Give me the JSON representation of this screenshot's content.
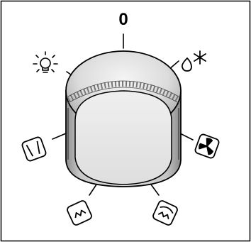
{
  "knob": {
    "top_setting": "0",
    "settings": [
      {
        "name": "off",
        "label": "0"
      },
      {
        "name": "defrost",
        "icon": "snowflake-with-droplet-icon"
      },
      {
        "name": "fan",
        "icon": "fan-icon"
      },
      {
        "name": "bottom-heat-with-fan",
        "icon": "bottom-heat-fan-icon"
      },
      {
        "name": "bottom-heat",
        "icon": "bottom-heat-icon"
      },
      {
        "name": "top-bottom-heat",
        "icon": "top-bottom-heat-icon"
      },
      {
        "name": "oven-light",
        "icon": "lamp-icon"
      }
    ]
  }
}
